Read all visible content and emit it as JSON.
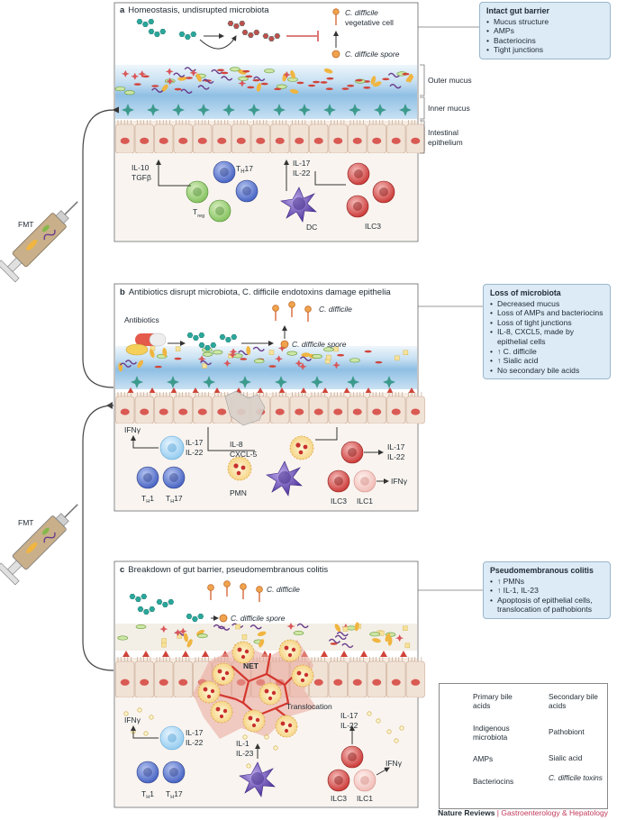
{
  "panels": {
    "a": {
      "letter": "a",
      "title": "Homeostasis, undisrupted microbiota",
      "spore": "C. difficile spore",
      "veg_cell": "C. difficile",
      "veg_cell2": "vegetative cell",
      "il10": "IL-10",
      "tgfb": "TGFβ",
      "treg": "T",
      "treg_sub": "reg",
      "th17": "T",
      "th17_sub": "H",
      "th17_num": "17",
      "il17": "IL-17",
      "il22": "IL-22",
      "dc": "DC",
      "ilc3": "ILC3"
    },
    "b": {
      "letter": "b",
      "title": "Antibiotics disrupt microbiota, C. difficile endotoxins damage epithelia",
      "antibiotics": "Antibiotics",
      "cdiff": "C. difficile",
      "spore": "C. difficile spore",
      "ifng": "IFNγ",
      "il17": "IL-17",
      "il22": "IL-22",
      "il8": "IL-8",
      "cxcl5": "CXCL-5",
      "pmn": "PMN",
      "th1": "T",
      "th1_sub": "H",
      "th1_num": "1",
      "th17": "T",
      "th17_sub": "H",
      "th17_num": "17",
      "ilc3": "ILC3",
      "ilc1": "ILC1",
      "il17r": "IL-17",
      "il22r": "IL-22",
      "ifngr": "IFNγ"
    },
    "c": {
      "letter": "c",
      "title": "Breakdown of gut barrier, pseudomembranous colitis",
      "cdiff": "C. difficile",
      "spore": "C. difficile spore",
      "net": "NET",
      "translocation": "Translocation",
      "ifng": "IFNγ",
      "il17": "IL-17",
      "il22": "IL-22",
      "il1": "IL-1",
      "il23": "IL-23",
      "th1": "T",
      "th1_sub": "H",
      "th1_num": "1",
      "th17": "T",
      "th17_sub": "H",
      "th17_num": "17",
      "il17r": "IL-17",
      "il22r": "IL-22",
      "ifngr": "IFNγ",
      "ilc3": "ILC3",
      "ilc1": "ILC1"
    }
  },
  "layers": {
    "outer": "Outer mucus",
    "inner": "Inner mucus",
    "epi1": "Intestinal",
    "epi2": "epithelium"
  },
  "fmt": {
    "top": "FMT",
    "bottom": "FMT"
  },
  "boxes": {
    "a": {
      "title": "Intact gut barrier",
      "items": [
        "Mucus structure",
        "AMPs",
        "Bacteriocins",
        "Tight junctions"
      ]
    },
    "b": {
      "title": "Loss of microbiota",
      "items": [
        "Decreased mucus",
        "Loss of AMPs and bacteriocins",
        "Loss of tight junctions",
        "IL-8, CXCL5, made by epithelial cells",
        "↑ C. difficile",
        "↑ Sialic acid",
        "No secondary bile acids"
      ]
    },
    "c": {
      "title": "Pseudomembranous colitis",
      "items": [
        "↑ PMNs",
        "↑ IL-1, IL-23",
        "Apoptosis of epithelial cells, translocation of pathobionts"
      ]
    }
  },
  "legend": {
    "primary": "Primary bile acids",
    "secondary": "Secondary bile acids",
    "indigenous": "Indigenous microbiota",
    "pathobiont": "Pathobiont",
    "amps": "AMPs",
    "sialic": "Sialic acid",
    "bacteriocins": "Bacteriocins",
    "toxins": "C. difficile toxins"
  },
  "footer": {
    "brand": "Nature Reviews",
    "sep": "|",
    "journal": "Gastroenterology & Hepatology"
  },
  "colors": {
    "teal": "#2aa79b",
    "red": "#c0504d",
    "mucus_blue": "#9cc6e6",
    "cell": "#f1e7de",
    "cell_nucleus": "#cf4b4b",
    "box": "#dcebf6"
  }
}
